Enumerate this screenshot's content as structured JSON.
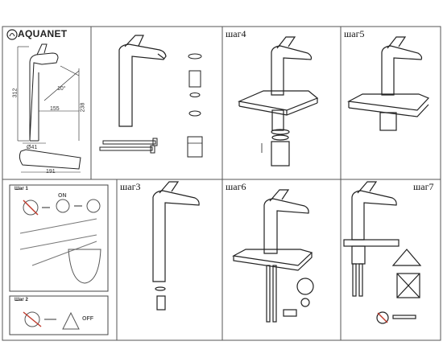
{
  "brand": {
    "name": "AQUANET"
  },
  "dimensions": {
    "height": "312",
    "spout_height": "238",
    "reach": "155",
    "angle": "10°",
    "base": "Ø41",
    "width": "191"
  },
  "steps": {
    "step3": "шаг3",
    "step4": "шаг4",
    "step5": "шаг5",
    "step6": "шаг6",
    "step7": "шаг7"
  },
  "instructions": {
    "step1": "Шаг 1",
    "step2": "Шаг 2",
    "off_label": "OFF",
    "on_label": "ON"
  },
  "colors": {
    "line": "#222222",
    "grid": "#555555",
    "accent_red": "#c0392b"
  }
}
